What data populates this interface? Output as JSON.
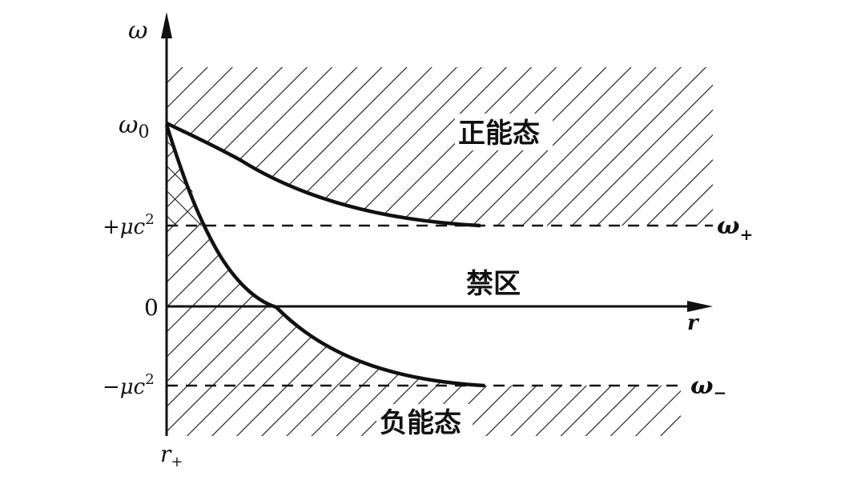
{
  "figure": {
    "axes": {
      "y_axis_label": "ω",
      "x_axis_label": "r",
      "origin_label": "r",
      "origin_label_sub": "+"
    },
    "y_ticks": [
      {
        "id": "omega0",
        "main": "ω",
        "sub": "0"
      },
      {
        "id": "plus_mc2",
        "main": "+μc",
        "sup": "2"
      },
      {
        "id": "zero",
        "main": "0"
      },
      {
        "id": "minus_mc2",
        "main": "−μc",
        "sup": "2"
      }
    ],
    "right_labels": {
      "omega_plus": {
        "main": "ω",
        "sub": "+"
      },
      "omega_minus": {
        "main": "ω",
        "sub": "−"
      }
    },
    "regions": {
      "positive_energy": "正能态",
      "forbidden": "禁区",
      "negative_energy": "负能态"
    },
    "colors": {
      "ink": "#111111",
      "background": "#ffffff"
    }
  }
}
